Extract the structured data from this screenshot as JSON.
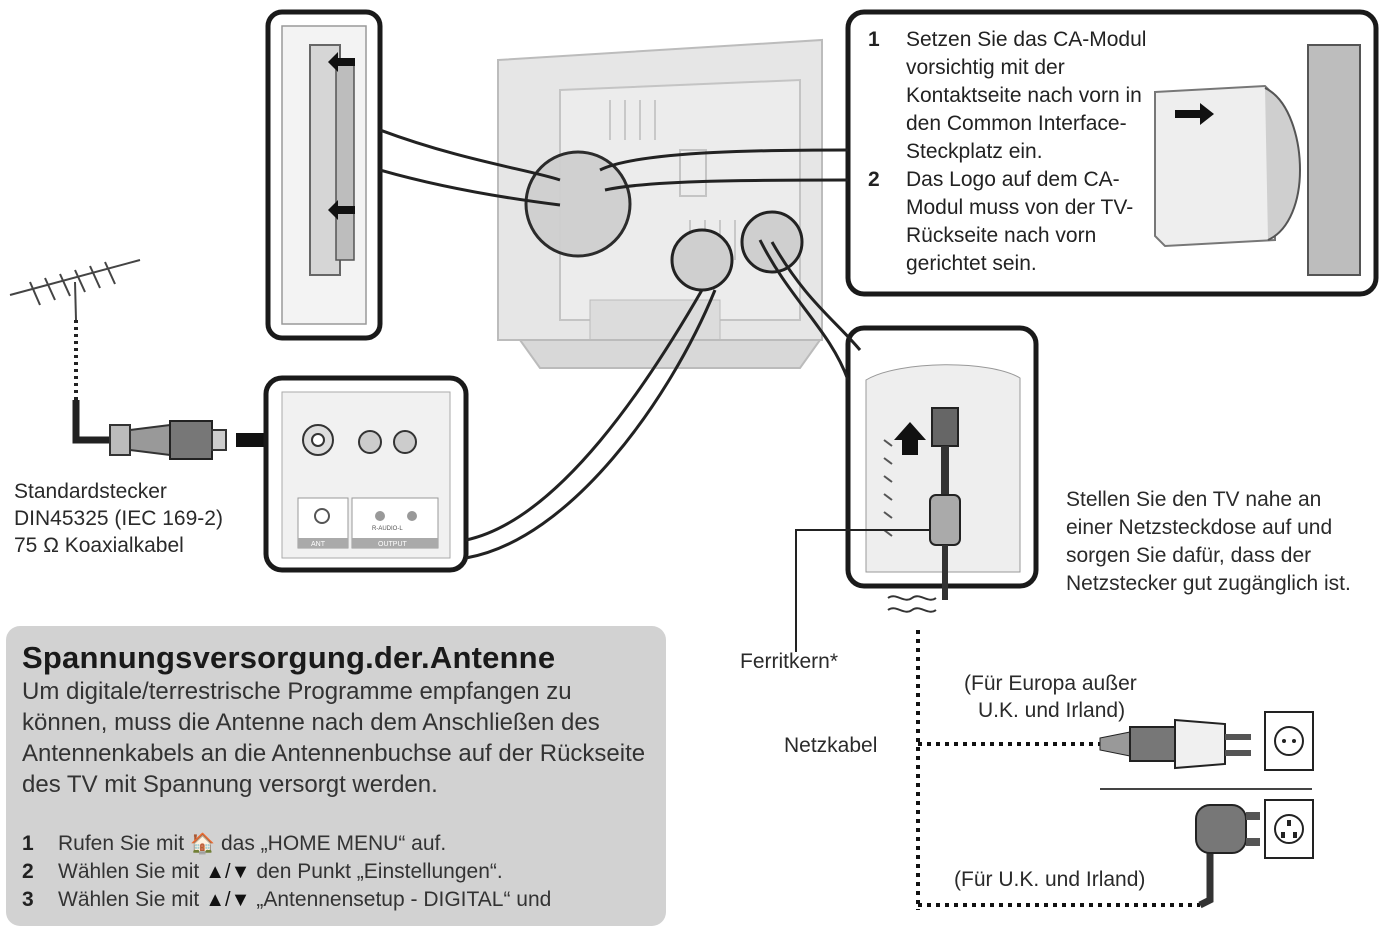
{
  "ca_module": {
    "steps": [
      {
        "num": "1",
        "text": "Setzen Sie das CA-Modul vorsichtig mit der Kontaktseite nach vorn in den Common Interface-Steckplatz ein."
      },
      {
        "num": "2",
        "text": "Das Logo auf dem CA-Modul muss von der TV-Rückseite nach vorn gerichtet sein."
      }
    ]
  },
  "antenna_plug": {
    "line1": "Standardstecker",
    "line2": "DIN45325 (IEC 169-2)",
    "line3": "75 Ω Koaxialkabel"
  },
  "power_note": "Stellen Sie den TV nahe an einer Netzsteckdose auf und sorgen Sie dafür, dass der Netzstecker gut zugänglich ist.",
  "labels": {
    "ferrite": "Ferritkern*",
    "power_cable": "Netzkabel",
    "europe_line1": "(Für Europa außer",
    "europe_line2": "U.K. und Irland)",
    "uk": "(Für U.K. und Irland)",
    "ant_jack": "ANT",
    "output_jack": "OUTPUT",
    "audio_jack": "R-AUDIO-L"
  },
  "antenna_power": {
    "title": "Spannungsversorgung.der.Antenne",
    "body": "Um digitale/terrestrische Programme empfangen zu können, muss die Antenne nach dem Anschließen des Antennenkabels an die Antennenbuchse auf der Rückseite des TV mit Spannung versorgt werden.",
    "steps": [
      {
        "num": "1",
        "before": "Rufen Sie mit",
        "icon": "home-icon",
        "glyph": "🏠",
        "after": "das „HOME MENU“ auf."
      },
      {
        "num": "2",
        "before": "Wählen Sie mit",
        "icon": "up-down-arrows-icon",
        "glyph": "▲/▼",
        "after": "den Punkt „Einstellungen“."
      },
      {
        "num": "3",
        "before": "Wählen Sie mit",
        "icon": "up-down-arrows-icon",
        "glyph": "▲/▼",
        "after": "„Antennensetup - DIGITAL“ und"
      }
    ]
  }
}
